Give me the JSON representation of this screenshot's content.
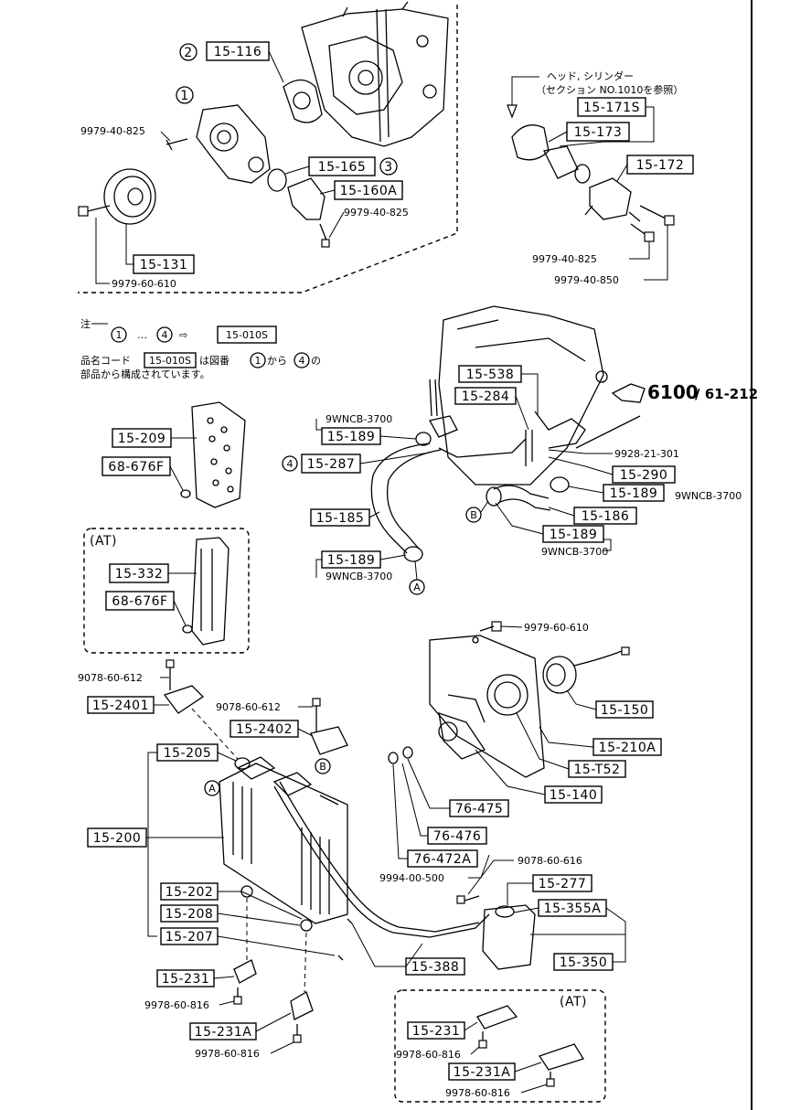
{
  "callouts": {
    "c1": "1",
    "c2": "2",
    "c3": "3",
    "c4": "4",
    "cA": "A",
    "cB": "B"
  },
  "note": {
    "title": "注",
    "line1_a": "1",
    "line1_dots": "…",
    "line1_b": "4",
    "line1_arrow": "⇨",
    "line1_code": "15-010S",
    "line2_pre": "品名コード",
    "line2_code": "15-010S",
    "line2_mid": "は図番",
    "line2_from": "1",
    "line2_kara": "から",
    "line2_to": "4",
    "line2_no": "の",
    "line3": "部品から構成されています。"
  },
  "reference": {
    "line1": "ヘッド, シリンダー",
    "line2": "（セクション NO.1010を参照）",
    "main": "6100",
    "sub": "/ 61-212"
  },
  "sections": {
    "at1": "(AT)",
    "at2": "(AT)"
  },
  "labels": {
    "p15_116": "15-116",
    "p15_165": "15-165",
    "p15_160A": "15-160A",
    "p15_131": "15-131",
    "b9979_40_825_a": "9979-40-825",
    "b9979_40_825_b": "9979-40-825",
    "b9979_60_610_a": "9979-60-610",
    "p15_171S": "15-171S",
    "p15_173": "15-173",
    "p15_172": "15-172",
    "b9979_40_825_c": "9979-40-825",
    "b9979_40_850": "9979-40-850",
    "p15_538": "15-538",
    "p15_284": "15-284",
    "c9WNCB_1": "9WNCB-3700",
    "p15_189_a": "15-189",
    "p15_287": "15-287",
    "p15_185": "15-185",
    "p15_189_b": "15-189",
    "c9WNCB_2": "9WNCB-3700",
    "b9928_21_301": "9928-21-301",
    "p15_290": "15-290",
    "p15_189_c": "15-189",
    "c9WNCB_3": "9WNCB-3700",
    "p15_186": "15-186",
    "p15_189_d": "15-189",
    "c9WNCB_4": "9WNCB-3700",
    "p15_209": "15-209",
    "p68_676F_a": "68-676F",
    "p15_332": "15-332",
    "p68_676F_b": "68-676F",
    "b9979_60_610_b": "9979-60-610",
    "b9078_60_612_a": "9078-60-612",
    "p15_2401": "15-2401",
    "b9078_60_612_b": "9078-60-612",
    "p15_2402": "15-2402",
    "p15_205": "15-205",
    "p15_200": "15-200",
    "p15_150": "15-150",
    "p15_210A": "15-210A",
    "p15_T52": "15-T52",
    "p15_140": "15-140",
    "p76_475": "76-475",
    "p76_476": "76-476",
    "p76_472A": "76-472A",
    "b9994_00_500": "9994-00-500",
    "b9078_60_616": "9078-60-616",
    "p15_277": "15-277",
    "p15_355A": "15-355A",
    "p15_350": "15-350",
    "p15_202": "15-202",
    "p15_208": "15-208",
    "p15_207": "15-207",
    "p15_388": "15-388",
    "p15_231_a": "15-231",
    "b9978_60_816_a": "9978-60-816",
    "p15_231A_a": "15-231A",
    "b9978_60_816_b": "9978-60-816",
    "p15_231_b": "15-231",
    "b9978_60_816_c": "9978-60-816",
    "p15_231A_b": "15-231A",
    "b9978_60_816_d": "9978-60-816"
  }
}
